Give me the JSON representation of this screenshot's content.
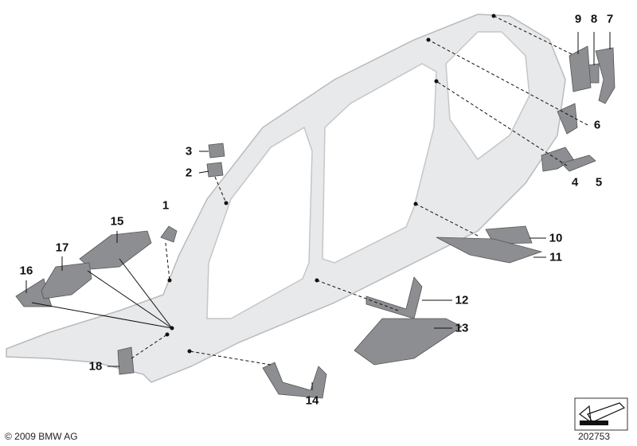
{
  "labels": [
    "1",
    "2",
    "3",
    "4",
    "5",
    "6",
    "7",
    "8",
    "9",
    "10",
    "11",
    "12",
    "13",
    "14",
    "15",
    "16",
    "17",
    "18"
  ],
  "copyright": "© 2009 BMW AG",
  "diagram_number": "202753",
  "colors": {
    "body": "#e8e9eb",
    "body_edge": "#b8babd",
    "part": "#8c8e91",
    "line": "#111111"
  }
}
